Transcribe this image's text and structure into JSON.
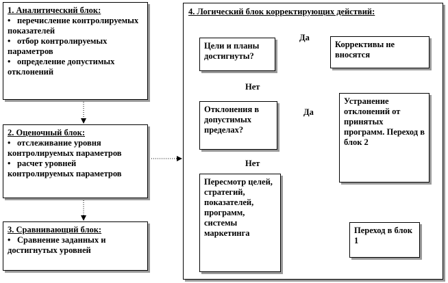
{
  "block1": {
    "title": "1. Аналитический блок:",
    "items": [
      "перечисление контролируемых показателей",
      "отбор контролируемых параметров",
      "определение допустимых отклонений"
    ]
  },
  "block2": {
    "title": "2. Оценочный блок:",
    "items": [
      "отслеживание уровня контролируемых параметров",
      "расчет уровней контролируемых параметров"
    ]
  },
  "block3": {
    "title": "3. Сравнивающий блок:",
    "items": [
      "Сравнение заданных и достигнутых уровней"
    ]
  },
  "block4": {
    "title": "4. Логический блок корректирующих действий:",
    "q1": "Цели и планы достигнуты?",
    "r1": "Коррективы не вносятся",
    "q2": "Отклонения в допустимых пределах?",
    "r2": "Устранение отклонений от принятых программ. Переход в блок 2",
    "action": "Пересмотр целей, стратегий, показателей, программ, системы маркетинга",
    "r3": "Переход в блок 1",
    "yes1": "Да",
    "no1": "Нет",
    "yes2": "Да",
    "no2": "Нет"
  }
}
